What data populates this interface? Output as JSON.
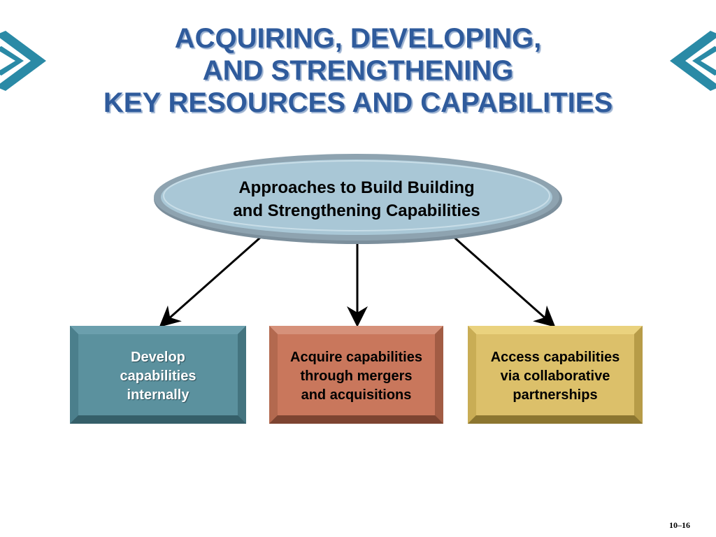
{
  "slide": {
    "title_lines": [
      "ACQUIRING, DEVELOPING,",
      "AND STRENGTHENING",
      "KEY RESOURCES AND CAPABILITIES"
    ],
    "page_number": "10–16"
  },
  "diagram": {
    "root": {
      "lines": [
        "Approaches to Build Building",
        "and Strengthening Capabilities"
      ]
    },
    "children": [
      {
        "lines": [
          "Develop",
          "capabilities",
          "internally"
        ]
      },
      {
        "lines": [
          "Acquire capabilities",
          "through mergers",
          "and acquisitions"
        ]
      },
      {
        "lines": [
          "Access capabilities",
          "via collaborative",
          "partnerships"
        ]
      }
    ]
  },
  "colors": {
    "title": "#2f5b9c",
    "title_shadow": "#9ab0cf",
    "chevron": "#2a8aa6",
    "oval_fill": "#a9c7d6",
    "oval_border": "#8096a4",
    "box1_fill": "#5a8f9c",
    "box2_fill": "#c8775c",
    "box3_fill": "#dcc06a",
    "arrow": "#000000"
  }
}
